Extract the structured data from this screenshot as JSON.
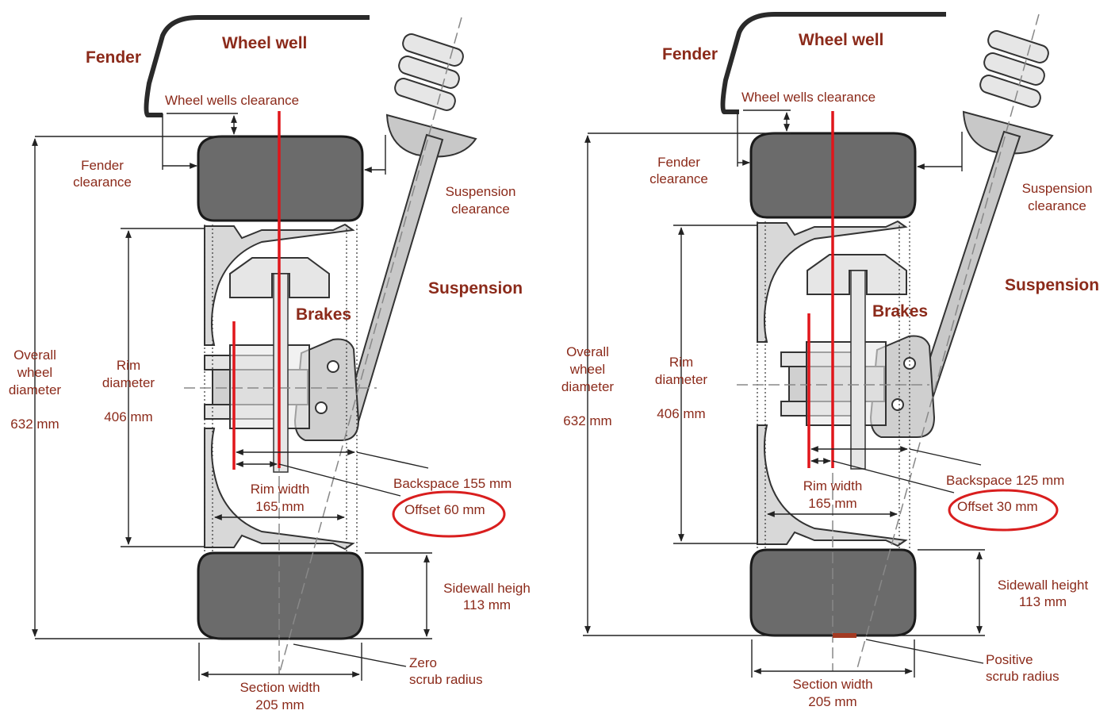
{
  "colors": {
    "label": "#8b2a1a",
    "tire": "#6b6b6b",
    "tire_stroke": "#1a1a1a",
    "metal": "#c8c8c8",
    "metal_light": "#e4e4e4",
    "red_line": "#e0161b",
    "circle": "#d91e1e",
    "scrub_bar": "#a33a22",
    "dim_line": "#222222"
  },
  "left": {
    "fender": "Fender",
    "wheel_well": "Wheel well",
    "wheel_wells_clearance": "Wheel wells clearance",
    "fender_clearance_1": "Fender",
    "fender_clearance_2": "clearance",
    "suspension_clearance_1": "Suspension",
    "suspension_clearance_2": "clearance",
    "suspension": "Suspension",
    "brakes": "Brakes",
    "overall_1": "Overall",
    "overall_2": "wheel",
    "overall_3": "diameter",
    "overall_value": "632 mm",
    "rim_1": "Rim",
    "rim_2": "diameter",
    "rim_value": "406 mm",
    "rim_width_1": "Rim width",
    "rim_width_2": "165 mm",
    "backspace": "Backspace 155 mm",
    "offset": "Offset 60 mm",
    "sidewall_1": "Sidewall heigh",
    "sidewall_2": "113 mm",
    "scrub_1": "Zero",
    "scrub_2": "scrub radius",
    "section_1": "Section width",
    "section_2": "205 mm"
  },
  "right": {
    "fender": "Fender",
    "wheel_well": "Wheel well",
    "wheel_wells_clearance": "Wheel wells clearance",
    "fender_clearance_1": "Fender",
    "fender_clearance_2": "clearance",
    "suspension_clearance_1": "Suspension",
    "suspension_clearance_2": "clearance",
    "suspension": "Suspension",
    "brakes": "Brakes",
    "overall_1": "Overall",
    "overall_2": "wheel",
    "overall_3": "diameter",
    "overall_value": "632 mm",
    "rim_1": "Rim",
    "rim_2": "diameter",
    "rim_value": "406 mm",
    "rim_width_1": "Rim width",
    "rim_width_2": "165 mm",
    "backspace": "Backspace 125 mm",
    "offset": "Offset 30 mm",
    "sidewall_1": "Sidewall height",
    "sidewall_2": "113 mm",
    "scrub_1": "Positive",
    "scrub_2": "scrub radius",
    "section_1": "Section width",
    "section_2": "205 mm"
  }
}
